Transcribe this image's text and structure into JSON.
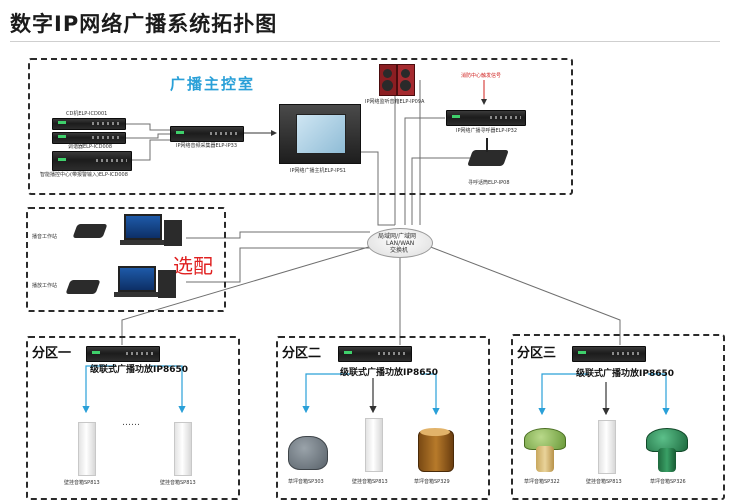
{
  "title": "数字IP网络广播系统拓扑图",
  "control_room": {
    "label": "广播主控室",
    "devices": {
      "cd": "CD机ELP-ICD001",
      "tuner": "调谐器ELP-ICD008",
      "smart_center": "智能播控中心(带报警输入)ELP-ICD008",
      "switcher": "IP网络音频采集器ELP-IP33",
      "server": "IP网络广播主机ELP-IPS1",
      "monitor_speaker": "IP网络监听音箱ELP-IP09A",
      "alarm_note": "消防中心触发信号",
      "pager_amp": "IP网络广播寻呼器ELP-IP32",
      "paging_mic": "寻呼话筒ELP-IP08"
    }
  },
  "optional": {
    "label": "选配",
    "station1": "播音工作站",
    "station2": "播放工作站"
  },
  "network": {
    "line1": "局域网/广域网",
    "line2": "LAN/WAN",
    "line3": "交换机"
  },
  "zones": [
    {
      "label": "分区一",
      "amp": "级联式广播功放IP8650",
      "speakers": [
        "壁挂音箱SP813",
        "壁挂音箱SP813"
      ],
      "ellipsis": "……"
    },
    {
      "label": "分区二",
      "amp": "级联式广播功放IP8650",
      "speakers": [
        "草坪音箱SP303",
        "壁挂音箱SP813",
        "草坪音箱SP329"
      ]
    },
    {
      "label": "分区三",
      "amp": "级联式广播功放IP8650",
      "speakers": [
        "草坪音箱SP322",
        "壁挂音箱SP813",
        "草坪音箱SP326"
      ]
    }
  ],
  "colors": {
    "room_label": "#2aa0d8",
    "optional_label": "#e02020",
    "wire": "#6f6f6f",
    "speaker_arrow": "#2aa0d8"
  }
}
